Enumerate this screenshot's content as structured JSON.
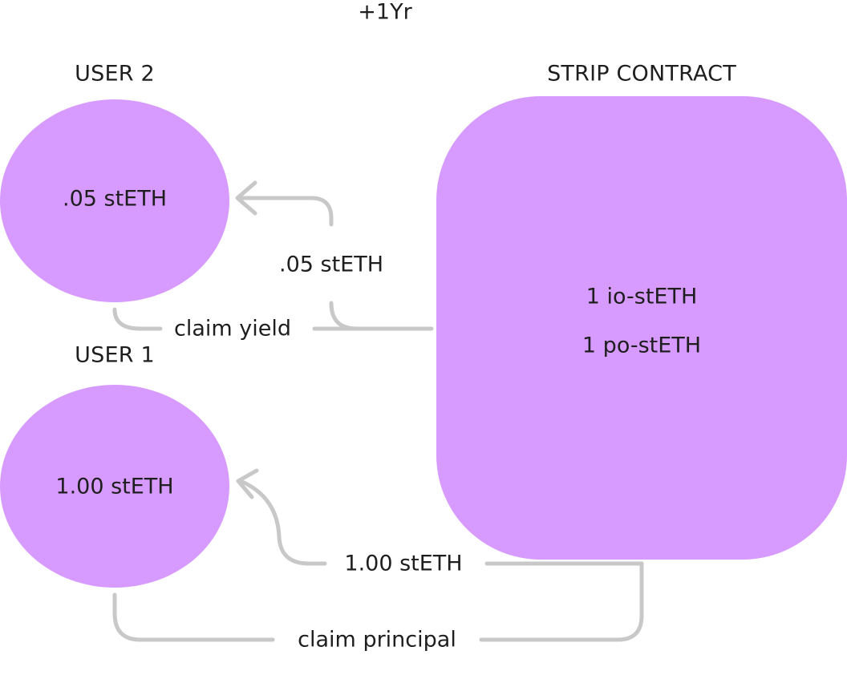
{
  "time_label": "+1Yr",
  "nodes": {
    "user2": {
      "title": "USER 2",
      "balance": ".05 stETH"
    },
    "user1": {
      "title": "USER 1",
      "balance": "1.00 stETH"
    },
    "strip_contract": {
      "title": "STRIP CONTRACT",
      "holdings": [
        "1 io-stETH",
        "1 po-stETH"
      ]
    }
  },
  "edges": {
    "yield_transfer": {
      "amount": ".05 stETH",
      "action": "claim yield"
    },
    "principal_transfer": {
      "amount": "1.00 stETH",
      "action": "claim principal"
    }
  },
  "colors": {
    "node_fill": "#d79bff",
    "connector": "#c8c8c8",
    "text": "#1e1e1e"
  }
}
